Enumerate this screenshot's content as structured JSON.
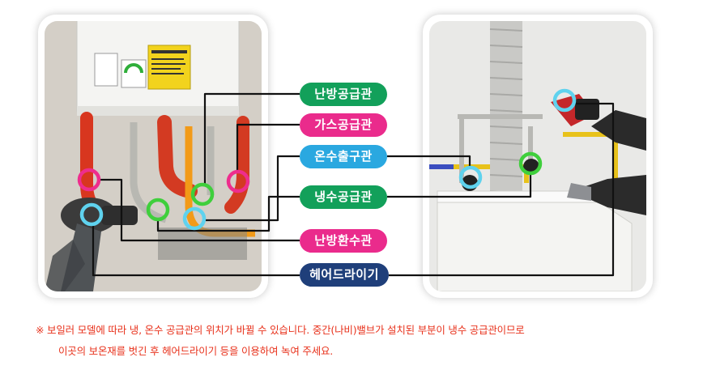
{
  "labels": {
    "heating_supply": "난방공급관",
    "gas_supply": "가스공급관",
    "hot_water_out": "온수출구관",
    "cold_water_supply": "냉수공급관",
    "heating_return": "난방환수관",
    "hair_dryer": "헤어드라이기"
  },
  "colors": {
    "green": "#12a05a",
    "pink": "#ea2b8c",
    "blue": "#2aa8e0",
    "navy": "#1f3f7a",
    "note_red": "#e8321c",
    "ring_green": "#3fcf3c",
    "ring_pink": "#ee2d8d",
    "ring_cyan": "#5fd2ee"
  },
  "note": {
    "line1": "※ 보일러 모델에 따라 냉, 온수 공급관의 위치가 바뀔 수 있습니다. 중간(나비)밸브가 설치된 부분이 냉수 공급관이므로",
    "line2": "이곳의 보온재를 벗긴 후 헤어드라이기 등을 이용하여 녹여 주세요."
  }
}
